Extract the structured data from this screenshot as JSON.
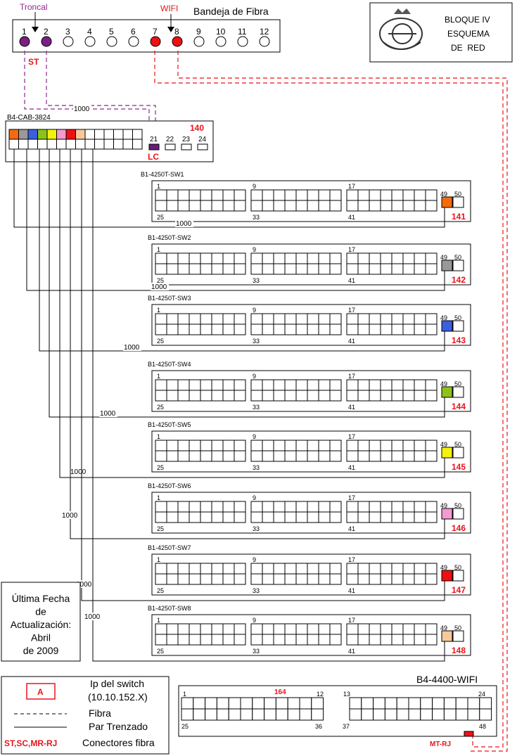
{
  "tray": {
    "title": "Bandeja de Fibra",
    "tag_left": "Troncal",
    "tag_right": "WIFI",
    "connector_label": "ST",
    "ports": [
      {
        "n": "1",
        "color": "#7b1f85"
      },
      {
        "n": "2",
        "color": "#7b1f85"
      },
      {
        "n": "3",
        "color": ""
      },
      {
        "n": "4",
        "color": ""
      },
      {
        "n": "5",
        "color": ""
      },
      {
        "n": "6",
        "color": ""
      },
      {
        "n": "7",
        "color": "#ee1111"
      },
      {
        "n": "8",
        "color": "#ee1111"
      },
      {
        "n": "9",
        "color": ""
      },
      {
        "n": "10",
        "color": ""
      },
      {
        "n": "11",
        "color": ""
      },
      {
        "n": "12",
        "color": ""
      }
    ]
  },
  "title_block": {
    "line1": "BLOQUE IV",
    "line2": "ESQUEMA",
    "line3": "DE  RED"
  },
  "cabinet": {
    "name": "B4-CAB-3824",
    "ip": "140",
    "lc_label": "LC",
    "uplink_ports": [
      "21",
      "22",
      "23",
      "24"
    ],
    "top_colors": [
      "#f26b0f",
      "#999999",
      "#3b5fe0",
      "#8cc21a",
      "#f2f20e",
      "#f39bd0",
      "#ee1111",
      "#f7c99a",
      "",
      "",
      "",
      "",
      "",
      ""
    ],
    "uplink_fill": [
      "#6a1b7a",
      "",
      "",
      ""
    ]
  },
  "switches": [
    {
      "name": "B1-4250T-SW1",
      "ip": "141",
      "color": "#f26b0f",
      "link_speed": "1000"
    },
    {
      "name": "B1-4250T-SW2",
      "ip": "142",
      "color": "#999999",
      "link_speed": "1000"
    },
    {
      "name": "B1-4250T-SW3",
      "ip": "143",
      "color": "#3b5fe0",
      "link_speed": "1000"
    },
    {
      "name": "B1-4250T-SW4",
      "ip": "144",
      "color": "#8cc21a",
      "link_speed": "1000"
    },
    {
      "name": "B1-4250T-SW5",
      "ip": "145",
      "color": "#f2f20e",
      "link_speed": "1000"
    },
    {
      "name": "B1-4250T-SW6",
      "ip": "146",
      "color": "#f39bd0",
      "link_speed": "1000"
    },
    {
      "name": "B1-4250T-SW7",
      "ip": "147",
      "color": "#ee1111",
      "link_speed": "1000"
    },
    {
      "name": "B1-4250T-SW8",
      "ip": "148",
      "color": "#f7c99a",
      "link_speed": "1000"
    }
  ],
  "switch_port_labels": {
    "g1_top": "1",
    "g1_bot": "25",
    "g2_top": "9",
    "g2_bot": "33",
    "g3_top": "17",
    "g3_bot": "41",
    "sfp1": "49",
    "sfp2": "50"
  },
  "trunk_speed": "1000",
  "wifi": {
    "name": "B4-4400-WIFI",
    "ip": "164",
    "mt_label": "MT-RJ",
    "labels": {
      "a": "1",
      "b": "12",
      "c": "13",
      "d": "24",
      "e": "25",
      "f": "36",
      "g": "37",
      "h": "48"
    }
  },
  "update_note": [
    "Última Fecha",
    "de",
    "Actualización:",
    "Abril",
    "de 2009"
  ],
  "legend": {
    "badge": "A",
    "ip_line1": "Ip del switch",
    "ip_line2": "(10.10.152.X)",
    "fiber": "Fibra",
    "twisted": "Par Trenzado",
    "conn_code": "ST,SC,MR-RJ",
    "conn_text": "Conectores fibra"
  },
  "colors": {
    "accent_red": "#e8141b",
    "purple": "#8b2a8e"
  }
}
